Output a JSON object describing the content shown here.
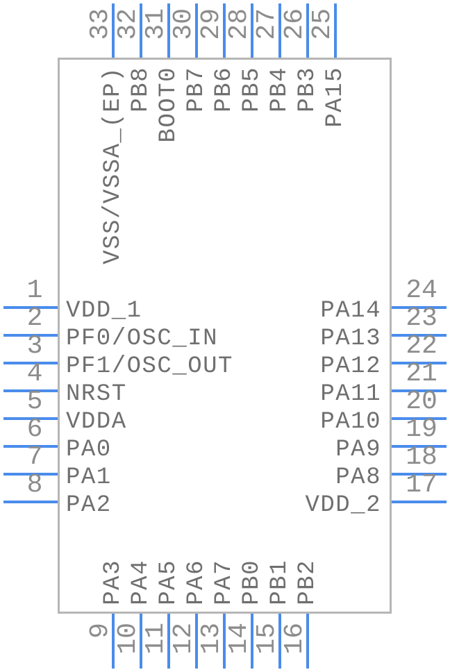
{
  "colors": {
    "pin_line": "#4a8ceb",
    "pin_number": "#8c8c8c",
    "pin_label": "#6f6f6f",
    "chip_border": "#b6b6b6",
    "chip_fill": "#ffffff"
  },
  "chip": {
    "top_pins": [
      {
        "num": "33",
        "label": "VSS/VSSA_(EP)"
      },
      {
        "num": "32",
        "label": "PB8"
      },
      {
        "num": "31",
        "label": "BOOT0"
      },
      {
        "num": "30",
        "label": "PB7"
      },
      {
        "num": "29",
        "label": "PB6"
      },
      {
        "num": "28",
        "label": "PB5"
      },
      {
        "num": "27",
        "label": "PB4"
      },
      {
        "num": "26",
        "label": "PB3"
      },
      {
        "num": "25",
        "label": "PA15"
      }
    ],
    "left_pins": [
      {
        "num": "1",
        "label": "VDD_1"
      },
      {
        "num": "2",
        "label": "PF0/OSC_IN"
      },
      {
        "num": "3",
        "label": "PF1/OSC_OUT"
      },
      {
        "num": "4",
        "label": "NRST"
      },
      {
        "num": "5",
        "label": "VDDA"
      },
      {
        "num": "6",
        "label": "PA0"
      },
      {
        "num": "7",
        "label": "PA1"
      },
      {
        "num": "8",
        "label": "PA2"
      }
    ],
    "right_pins": [
      {
        "num": "24",
        "label": "PA14"
      },
      {
        "num": "23",
        "label": "PA13"
      },
      {
        "num": "22",
        "label": "PA12"
      },
      {
        "num": "21",
        "label": "PA11"
      },
      {
        "num": "20",
        "label": "PA10"
      },
      {
        "num": "19",
        "label": "PA9"
      },
      {
        "num": "18",
        "label": "PA8"
      },
      {
        "num": "17",
        "label": "VDD_2"
      }
    ],
    "bottom_pins": [
      {
        "num": "9",
        "label": "PA3"
      },
      {
        "num": "10",
        "label": "PA4"
      },
      {
        "num": "11",
        "label": "PA5"
      },
      {
        "num": "12",
        "label": "PA6"
      },
      {
        "num": "13",
        "label": "PA7"
      },
      {
        "num": "14",
        "label": "PB0"
      },
      {
        "num": "15",
        "label": "PB1"
      },
      {
        "num": "16",
        "label": "PB2"
      }
    ]
  }
}
